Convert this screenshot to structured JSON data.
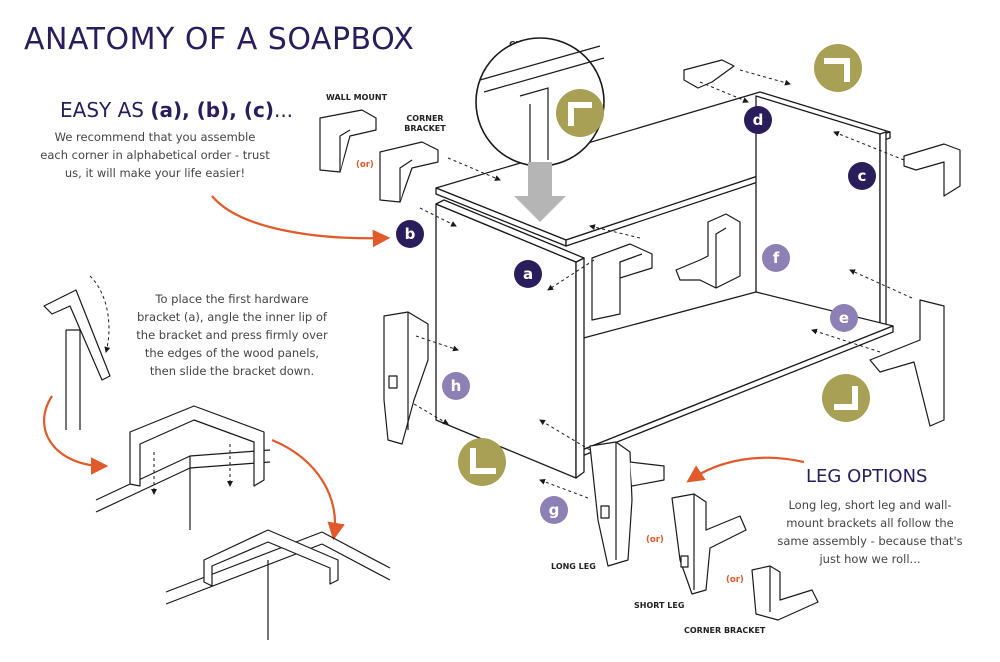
{
  "title": "ANATOMY OF A SOAPBOX",
  "intro": {
    "heading_prefix": "EASY AS ",
    "heading_bold": "(a), (b), (c)",
    "heading_suffix": "...",
    "text": "We recommend that you assemble each corner in alphabetical order - trust us, it will make your life easier!"
  },
  "bracket_instructions": {
    "text": "To place the first hardware bracket (a), angle the inner lip of the bracket and press firmly over the edges of the wood panels, then slide the bracket down."
  },
  "labels": {
    "wall_mount": "WALL MOUNT",
    "corner_bracket": "CORNER BRACKET",
    "overlap_orientation": "OVERLAP ORIENTATION",
    "or": "(or)",
    "long_leg": "LONG LEG",
    "short_leg": "SHORT LEG",
    "corner_bracket_bottom": "CORNER BRACKET"
  },
  "steps": [
    "a",
    "b",
    "c",
    "d",
    "e",
    "f",
    "g",
    "h"
  ],
  "leg_options": {
    "heading": "LEG OPTIONS",
    "text": "Long leg, short leg and wall-mount brackets all follow the same assembly - because that's just how we roll..."
  },
  "colors": {
    "dark_purple": "#2a1d5c",
    "light_purple": "#8c80b4",
    "olive": "#a7a055",
    "orange": "#e05a2b",
    "line": "#1a1a1a",
    "arrow_gray": "#b5b5b5"
  }
}
